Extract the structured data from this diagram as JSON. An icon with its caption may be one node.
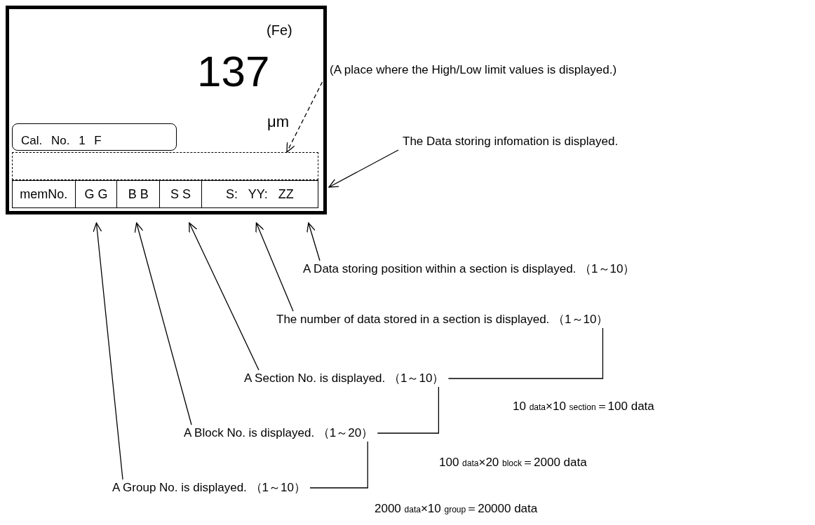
{
  "diagram": {
    "nodes": [
      {
        "text": [
          "(Fe)",
          "137",
          "μm"
        ]
      },
      {
        "text": [
          "Cal. No. 1 F"
        ],
        "in": 0
      },
      {
        "text": [],
        "shape": "box",
        "in": 0
      },
      {
        "text": [],
        "shape": "box",
        "in": 0
      },
      {
        "text": [
          "memNo."
        ],
        "in": 3
      },
      {
        "text": [
          "G G"
        ],
        "in": 3
      },
      {
        "text": [
          "B B"
        ],
        "in": 3
      },
      {
        "text": [
          "S S"
        ],
        "in": 3
      },
      {
        "text": [
          "S: YY: ZZ"
        ],
        "in": 3
      },
      {
        "text": [
          "(A place where the High/Low limit values is displayed.)"
        ]
      },
      {
        "text": [
          "The Data storing infomation is displayed."
        ]
      },
      {
        "text": [
          "A Data storing position within a section is displayed. （1～10）"
        ]
      },
      {
        "text": [
          "The number of data stored in a section is displayed. （1～10）"
        ]
      },
      {
        "text": [
          "A Section No. is displayed. （1～10）"
        ]
      },
      {
        "text": [
          "A Block No. is displayed. （1～20）"
        ]
      },
      {
        "text": [
          "A Group No. is displayed. （1～10）"
        ]
      }
    ],
    "edges": [
      {
        "from": 9,
        "to": 2,
        "arrow": "to",
        "style": "dashed"
      },
      {
        "from": 10,
        "to": 3,
        "arrow": "to"
      },
      {
        "from": 11,
        "to": 8,
        "arrow": "to"
      },
      {
        "from": 12,
        "to": 8,
        "arrow": "to"
      },
      {
        "from": 13,
        "to": 7,
        "arrow": "to"
      },
      {
        "from": 14,
        "to": 6,
        "arrow": "to"
      },
      {
        "from": 15,
        "to": 5,
        "arrow": "to"
      },
      {
        "from": 13,
        "to": 12,
        "arrow": "none"
      },
      {
        "from": 14,
        "to": 13,
        "arrow": "none"
      },
      {
        "from": 15,
        "to": 14,
        "arrow": "none"
      }
    ],
    "labels": [
      "10 $_{data}$×10 $_{section}$＝100 data",
      "100 $_{data}$×20 $_{block}$＝2000 data",
      "2000 $_{data}$×10 $_{group}$＝20000 data"
    ]
  }
}
